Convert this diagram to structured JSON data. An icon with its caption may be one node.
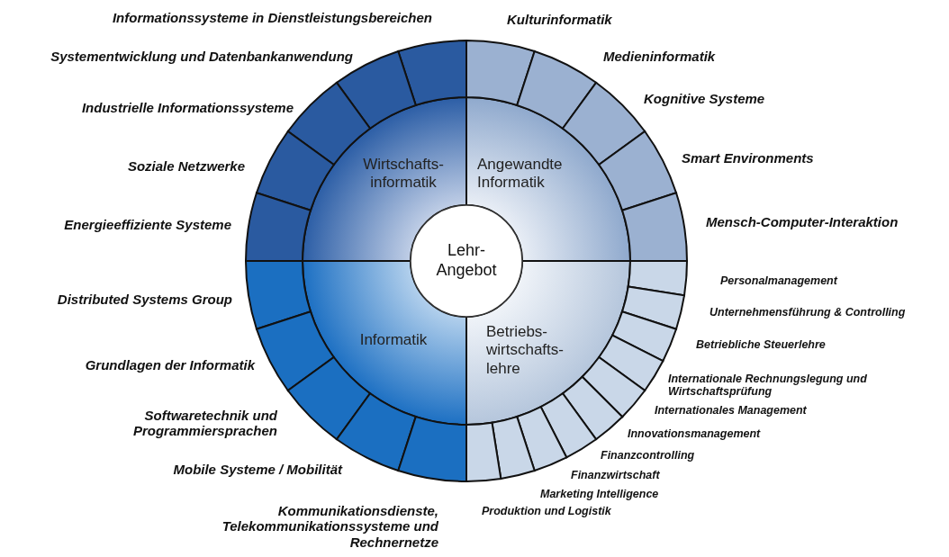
{
  "diagram": {
    "nodes": [
      {
        "text": [
          "Lehr- Angebot"
        ]
      },
      {
        "text": [
          "Wirtschafts- informatik"
        ]
      },
      {
        "text": [
          "Angewandte Informatik"
        ]
      },
      {
        "text": [
          "Informatik"
        ]
      },
      {
        "text": [
          "Betriebs- wirtschafts- lehre"
        ]
      },
      {
        "text": [],
        "shape": "sector",
        "beside": [
          "Informationssysteme in Dienstleistungsbereichen"
        ]
      },
      {
        "text": [],
        "shape": "sector",
        "beside": [
          "Systementwicklung und Datenbankanwendung"
        ]
      },
      {
        "text": [],
        "shape": "sector",
        "beside": [
          "Industrielle Informationssysteme"
        ]
      },
      {
        "text": [],
        "shape": "sector",
        "beside": [
          "Soziale Netzwerke"
        ]
      },
      {
        "text": [],
        "shape": "sector",
        "beside": [
          "Energieeffiziente Systeme"
        ]
      },
      {
        "text": [],
        "shape": "sector",
        "beside": [
          "Kulturinformatik"
        ]
      },
      {
        "text": [],
        "shape": "sector",
        "beside": [
          "Medieninformatik"
        ]
      },
      {
        "text": [],
        "shape": "sector",
        "beside": [
          "Kognitive Systeme"
        ]
      },
      {
        "text": [],
        "shape": "sector",
        "beside": [
          "Smart Environments"
        ]
      },
      {
        "text": [],
        "shape": "sector",
        "beside": [
          "Mensch-Computer-Interaktion"
        ]
      },
      {
        "text": [],
        "shape": "sector",
        "beside": [
          "Distributed Systems Group"
        ]
      },
      {
        "text": [],
        "shape": "sector",
        "beside": [
          "Grundlagen der Informatik"
        ]
      },
      {
        "text": [],
        "shape": "sector",
        "beside": [
          "Softwaretechnik und Programmiersprachen"
        ]
      },
      {
        "text": [],
        "shape": "sector",
        "beside": [
          "Mobile Systeme / Mobilität"
        ]
      },
      {
        "text": [],
        "shape": "sector",
        "beside": [
          "Kommunikationsdienste, Telekommunikationssysteme und Rechnernetze"
        ]
      },
      {
        "text": [],
        "shape": "sector",
        "beside": [
          "Personalmanagement"
        ]
      },
      {
        "text": [],
        "shape": "sector",
        "beside": [
          "Unternehmensführung & Controlling"
        ]
      },
      {
        "text": [],
        "shape": "sector",
        "beside": [
          "Betriebliche Steuerlehre"
        ]
      },
      {
        "text": [],
        "shape": "sector",
        "beside": [
          "Internationale Rechnungslegung und Wirtschaftsprüfung"
        ]
      },
      {
        "text": [],
        "shape": "sector",
        "beside": [
          "Internationales Management"
        ]
      },
      {
        "text": [],
        "shape": "sector",
        "beside": [
          "Innovationsmanagement"
        ]
      },
      {
        "text": [],
        "shape": "sector",
        "beside": [
          "Finanzcontrolling"
        ]
      },
      {
        "text": [],
        "shape": "sector",
        "beside": [
          "Finanzwirtschaft"
        ]
      },
      {
        "text": [],
        "shape": "sector",
        "beside": [
          "Marketing Intelligence"
        ]
      },
      {
        "text": [],
        "shape": "sector",
        "beside": [
          "Produktion und Logistik"
        ]
      }
    ]
  }
}
